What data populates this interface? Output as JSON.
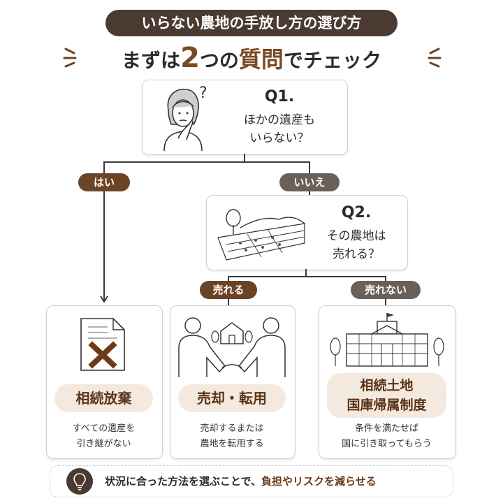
{
  "header": {
    "title": "いらない農地の手放し方の選び方",
    "subtitle_pre": "まずは",
    "subtitle_num": "2",
    "subtitle_mid": "つの",
    "subtitle_em": "質問",
    "subtitle_post": "でチェック"
  },
  "q1": {
    "label": "Q1.",
    "line1": "ほかの遺産も",
    "line2": "いらない？"
  },
  "branch_yes": "はい",
  "branch_no": "いいえ",
  "q2": {
    "label": "Q2.",
    "line1": "その農地は",
    "line2": "売れる？"
  },
  "branch_sell": "売れる",
  "branch_nosell": "売れない",
  "results": [
    {
      "title": "相続放棄",
      "desc1": "すべての遺産を",
      "desc2": "引き継がない"
    },
    {
      "title": "売却・転用",
      "desc1": "売却するまたは",
      "desc2": "農地を転用する"
    },
    {
      "title1": "相続土地",
      "title2": "国庫帰属制度",
      "desc1": "条件を満たせば",
      "desc2": "国に引き取ってもらう"
    }
  ],
  "footer": {
    "text": "状況に合った方法を選ぶことで、",
    "em": "負担やリスクを減らせる"
  },
  "colors": {
    "dark": "#4a3a31",
    "brown": "#6b4426",
    "gray": "#6a605a",
    "cross": "#6b3a1c",
    "label_bg": "#f3e9df"
  }
}
